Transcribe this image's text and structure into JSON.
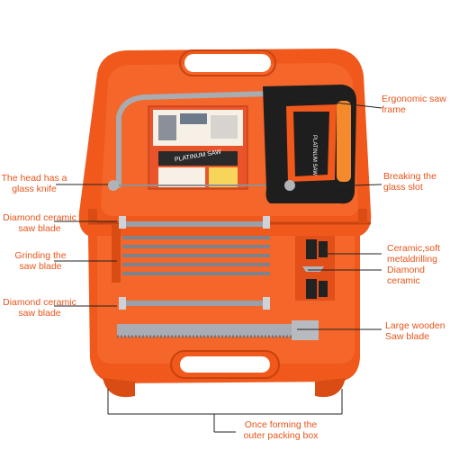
{
  "callouts": {
    "ergonomic": [
      "Ergonomic saw",
      "frame"
    ],
    "head_glass_knife": [
      "The head has a",
      "glass knife"
    ],
    "breaking_glass": [
      "Breaking the",
      "glass slot"
    ],
    "diamond_ceramic_top": [
      "Diamond ceramic",
      "saw blade"
    ],
    "grinding": [
      "Grinding the",
      "saw blade"
    ],
    "ceramic_soft": [
      "Ceramic,soft",
      "metaldrilling"
    ],
    "diamond_ceramic_right": [
      "Diamond",
      "ceramic"
    ],
    "diamond_ceramic_bottom": [
      "Diamond ceramic",
      "saw blade"
    ],
    "large_wooden": [
      "Large wooden",
      "Saw blade"
    ],
    "packing_box": [
      "Once forming the",
      "outer packing box"
    ]
  },
  "product_label": {
    "title": "PLATINUM SAW",
    "frame_brand": "PLATINUM SAW"
  },
  "colors": {
    "case": "#f0581c",
    "case_dark": "#c8430f",
    "callout_text": "#e8541a",
    "line": "#222222"
  }
}
